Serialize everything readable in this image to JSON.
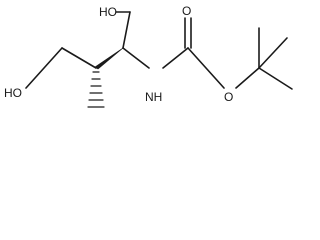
{
  "molecule": {
    "atoms": {
      "oh_top": "HO",
      "oh_left": "HO",
      "nh": "NH",
      "o_carbonyl": "O",
      "o_ester": "O"
    },
    "stereo": {
      "upper_center": "wedge",
      "lower_center": "hash"
    }
  }
}
